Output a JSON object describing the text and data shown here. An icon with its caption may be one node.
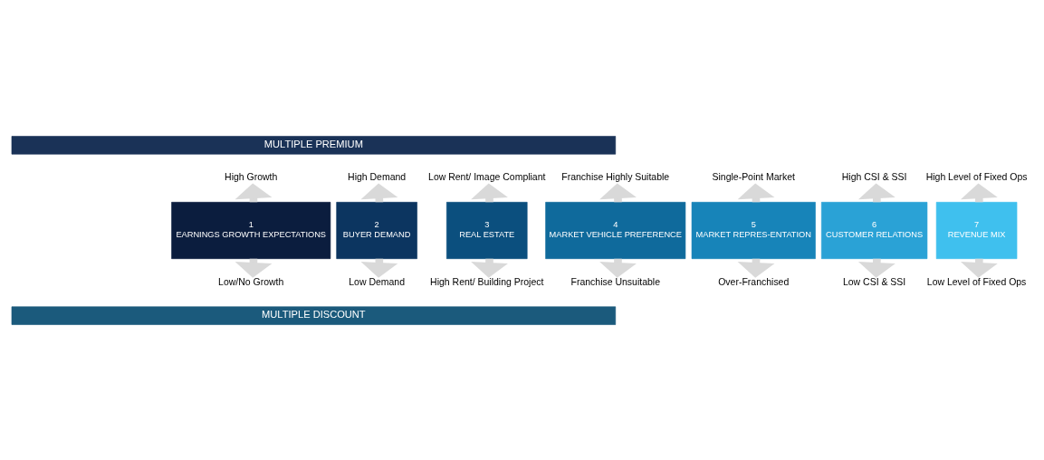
{
  "diagram": {
    "nodes": [
      {
        "text": [
          "MULTIPLE PREMIUM"
        ]
      },
      {
        "text": [
          "High Growth"
        ]
      },
      {
        "text": [
          "High Demand"
        ]
      },
      {
        "text": [
          "Low Rent/ Image Compliant"
        ]
      },
      {
        "text": [
          "Franchise Highly Suitable"
        ]
      },
      {
        "text": [
          "Single-Point Market"
        ]
      },
      {
        "text": [
          "High CSI & SSI"
        ]
      },
      {
        "text": [
          "High Level of Fixed Ops"
        ]
      },
      {
        "text": [
          "1",
          "EARNINGS GROWTH EXPECTATIONS"
        ]
      },
      {
        "text": [
          "2",
          "BUYER DEMAND"
        ]
      },
      {
        "text": [
          "3",
          "REAL ESTATE"
        ]
      },
      {
        "text": [
          "4",
          "MARKET VEHICLE PREFERENCE"
        ]
      },
      {
        "text": [
          "5",
          "MARKET REPRES-ENTATION"
        ]
      },
      {
        "text": [
          "6",
          "CUSTOMER RELATIONS"
        ]
      },
      {
        "text": [
          "7",
          "REVENUE MIX"
        ]
      },
      {
        "text": [
          "Low/No Growth"
        ]
      },
      {
        "text": [
          "Low Demand"
        ]
      },
      {
        "text": [
          "High Rent/ Building Project"
        ]
      },
      {
        "text": [
          "Franchise Unsuitable"
        ]
      },
      {
        "text": [
          "Over-Franchised"
        ]
      },
      {
        "text": [
          "Low CSI & SSI"
        ]
      },
      {
        "text": [
          "Low Level of Fixed Ops"
        ]
      },
      {
        "text": [
          "MULTIPLE DISCOUNT"
        ]
      }
    ],
    "edges": [
      {
        "from": 8,
        "to": 1,
        "arrow": "to"
      },
      {
        "from": 8,
        "to": 15,
        "arrow": "to"
      },
      {
        "from": 9,
        "to": 2,
        "arrow": "to"
      },
      {
        "from": 9,
        "to": 16,
        "arrow": "to"
      },
      {
        "from": 10,
        "to": 3,
        "arrow": "to"
      },
      {
        "from": 10,
        "to": 17,
        "arrow": "to"
      },
      {
        "from": 11,
        "to": 4,
        "arrow": "to"
      },
      {
        "from": 11,
        "to": 18,
        "arrow": "to"
      },
      {
        "from": 12,
        "to": 5,
        "arrow": "to"
      },
      {
        "from": 12,
        "to": 19,
        "arrow": "to"
      },
      {
        "from": 13,
        "to": 6,
        "arrow": "to"
      },
      {
        "from": 13,
        "to": 20,
        "arrow": "to"
      },
      {
        "from": 14,
        "to": 7,
        "arrow": "to"
      },
      {
        "from": 14,
        "to": 21,
        "arrow": "to"
      }
    ]
  }
}
